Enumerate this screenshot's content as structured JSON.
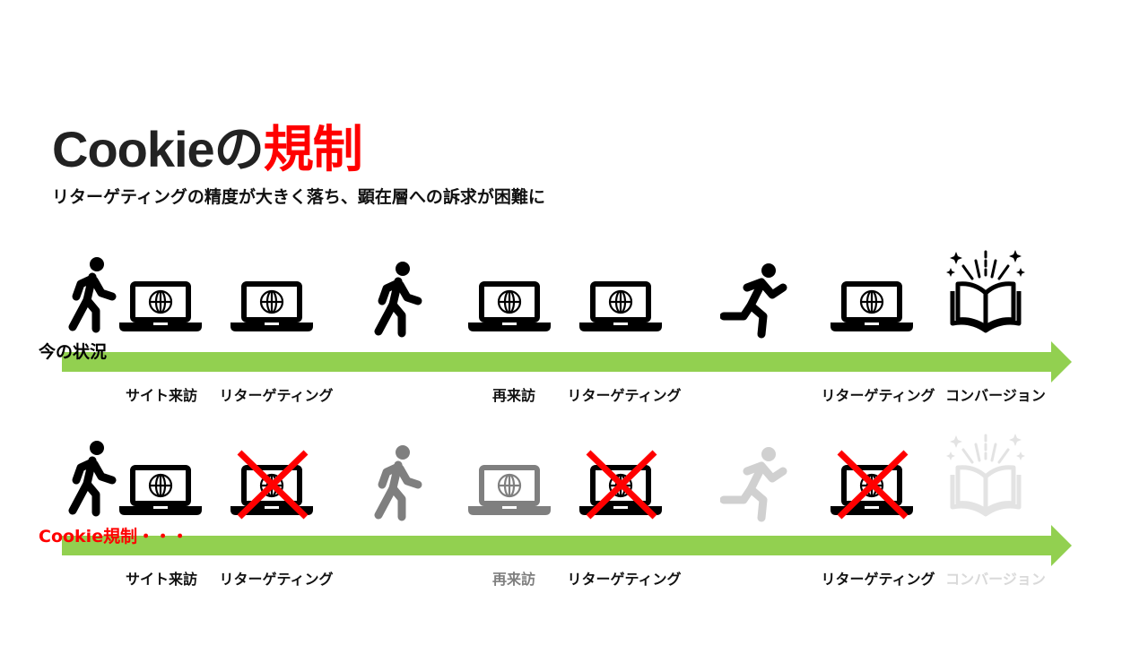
{
  "title": {
    "prefix": "Cookieの",
    "highlight": "規制"
  },
  "subtitle": "リターゲティングの精度が大きく落ち、顕在層への訴求が困難に",
  "colors": {
    "arrow": "#92d050",
    "cross": "#ff0000",
    "highlight": "#ff0000",
    "faded1": "#7f7f7f",
    "faded2": "#d0d0d0",
    "faded3": "#e3e3e3"
  },
  "row_current": {
    "label": "今の状況",
    "steps": [
      "サイト来訪",
      "リターゲティング",
      "再来訪",
      "リターゲティング",
      "リターゲティング",
      "コンバージョン"
    ]
  },
  "row_regulated": {
    "label": "Cookie規制・・・",
    "steps": [
      "サイト来訪",
      "リターゲティング",
      "再来訪",
      "リターゲティング",
      "リターゲティング",
      "コンバージョン"
    ]
  }
}
